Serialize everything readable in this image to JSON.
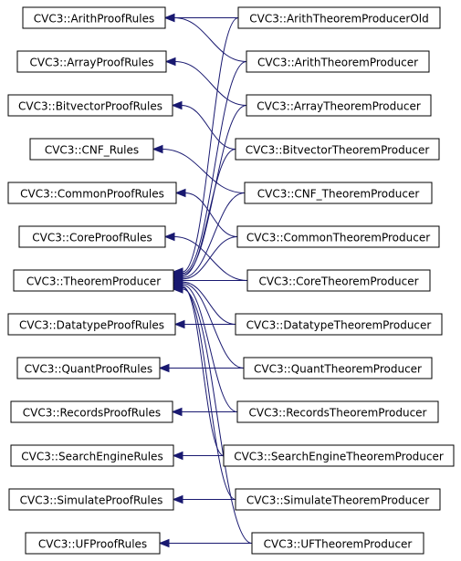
{
  "diagram": {
    "edge_color": "#191970",
    "arrow_style": "filled-triangle",
    "left_nodes": [
      {
        "id": "ArithProofRules",
        "label": "CVC3::ArithProofRules"
      },
      {
        "id": "ArrayProofRules",
        "label": "CVC3::ArrayProofRules"
      },
      {
        "id": "BitvectorProofRules",
        "label": "CVC3::BitvectorProofRules"
      },
      {
        "id": "CNF_Rules",
        "label": "CVC3::CNF_Rules"
      },
      {
        "id": "CommonProofRules",
        "label": "CVC3::CommonProofRules"
      },
      {
        "id": "CoreProofRules",
        "label": "CVC3::CoreProofRules"
      },
      {
        "id": "TheoremProducer",
        "label": "CVC3::TheoremProducer"
      },
      {
        "id": "DatatypeProofRules",
        "label": "CVC3::DatatypeProofRules"
      },
      {
        "id": "QuantProofRules",
        "label": "CVC3::QuantProofRules"
      },
      {
        "id": "RecordsProofRules",
        "label": "CVC3::RecordsProofRules"
      },
      {
        "id": "SearchEngineRules",
        "label": "CVC3::SearchEngineRules"
      },
      {
        "id": "SimulateProofRules",
        "label": "CVC3::SimulateProofRules"
      },
      {
        "id": "UFProofRules",
        "label": "CVC3::UFProofRules"
      }
    ],
    "right_nodes": [
      {
        "id": "ArithTheoremProducerOld",
        "label": "CVC3::ArithTheoremProducerOld"
      },
      {
        "id": "ArithTheoremProducer",
        "label": "CVC3::ArithTheoremProducer"
      },
      {
        "id": "ArrayTheoremProducer",
        "label": "CVC3::ArrayTheoremProducer"
      },
      {
        "id": "BitvectorTheoremProducer",
        "label": "CVC3::BitvectorTheoremProducer"
      },
      {
        "id": "CNF_TheoremProducer",
        "label": "CVC3::CNF_TheoremProducer"
      },
      {
        "id": "CommonTheoremProducer",
        "label": "CVC3::CommonTheoremProducer"
      },
      {
        "id": "CoreTheoremProducer",
        "label": "CVC3::CoreTheoremProducer"
      },
      {
        "id": "DatatypeTheoremProducer",
        "label": "CVC3::DatatypeTheoremProducer"
      },
      {
        "id": "QuantTheoremProducer",
        "label": "CVC3::QuantTheoremProducer"
      },
      {
        "id": "RecordsTheoremProducer",
        "label": "CVC3::RecordsTheoremProducer"
      },
      {
        "id": "SearchEngineTheoremProducer",
        "label": "CVC3::SearchEngineTheoremProducer"
      },
      {
        "id": "SimulateTheoremProducer",
        "label": "CVC3::SimulateTheoremProducer"
      },
      {
        "id": "UFTheoremProducer",
        "label": "CVC3::UFTheoremProducer"
      }
    ],
    "edges": [
      {
        "from": "ArithTheoremProducerOld",
        "to": "ArithProofRules"
      },
      {
        "from": "ArithTheoremProducer",
        "to": "ArithProofRules"
      },
      {
        "from": "ArrayTheoremProducer",
        "to": "ArrayProofRules"
      },
      {
        "from": "BitvectorTheoremProducer",
        "to": "BitvectorProofRules"
      },
      {
        "from": "CNF_TheoremProducer",
        "to": "CNF_Rules"
      },
      {
        "from": "CommonTheoremProducer",
        "to": "CommonProofRules"
      },
      {
        "from": "CoreTheoremProducer",
        "to": "CoreProofRules"
      },
      {
        "from": "DatatypeTheoremProducer",
        "to": "DatatypeProofRules"
      },
      {
        "from": "QuantTheoremProducer",
        "to": "QuantProofRules"
      },
      {
        "from": "RecordsTheoremProducer",
        "to": "RecordsProofRules"
      },
      {
        "from": "SearchEngineTheoremProducer",
        "to": "SearchEngineRules"
      },
      {
        "from": "SimulateTheoremProducer",
        "to": "SimulateProofRules"
      },
      {
        "from": "UFTheoremProducer",
        "to": "UFProofRules"
      },
      {
        "from": "ArithTheoremProducerOld",
        "to": "TheoremProducer"
      },
      {
        "from": "ArithTheoremProducer",
        "to": "TheoremProducer"
      },
      {
        "from": "ArrayTheoremProducer",
        "to": "TheoremProducer"
      },
      {
        "from": "BitvectorTheoremProducer",
        "to": "TheoremProducer"
      },
      {
        "from": "CNF_TheoremProducer",
        "to": "TheoremProducer"
      },
      {
        "from": "CommonTheoremProducer",
        "to": "TheoremProducer"
      },
      {
        "from": "CoreTheoremProducer",
        "to": "TheoremProducer"
      },
      {
        "from": "DatatypeTheoremProducer",
        "to": "TheoremProducer"
      },
      {
        "from": "QuantTheoremProducer",
        "to": "TheoremProducer"
      },
      {
        "from": "RecordsTheoremProducer",
        "to": "TheoremProducer"
      },
      {
        "from": "SearchEngineTheoremProducer",
        "to": "TheoremProducer"
      },
      {
        "from": "SimulateTheoremProducer",
        "to": "TheoremProducer"
      },
      {
        "from": "UFTheoremProducer",
        "to": "TheoremProducer"
      }
    ]
  }
}
